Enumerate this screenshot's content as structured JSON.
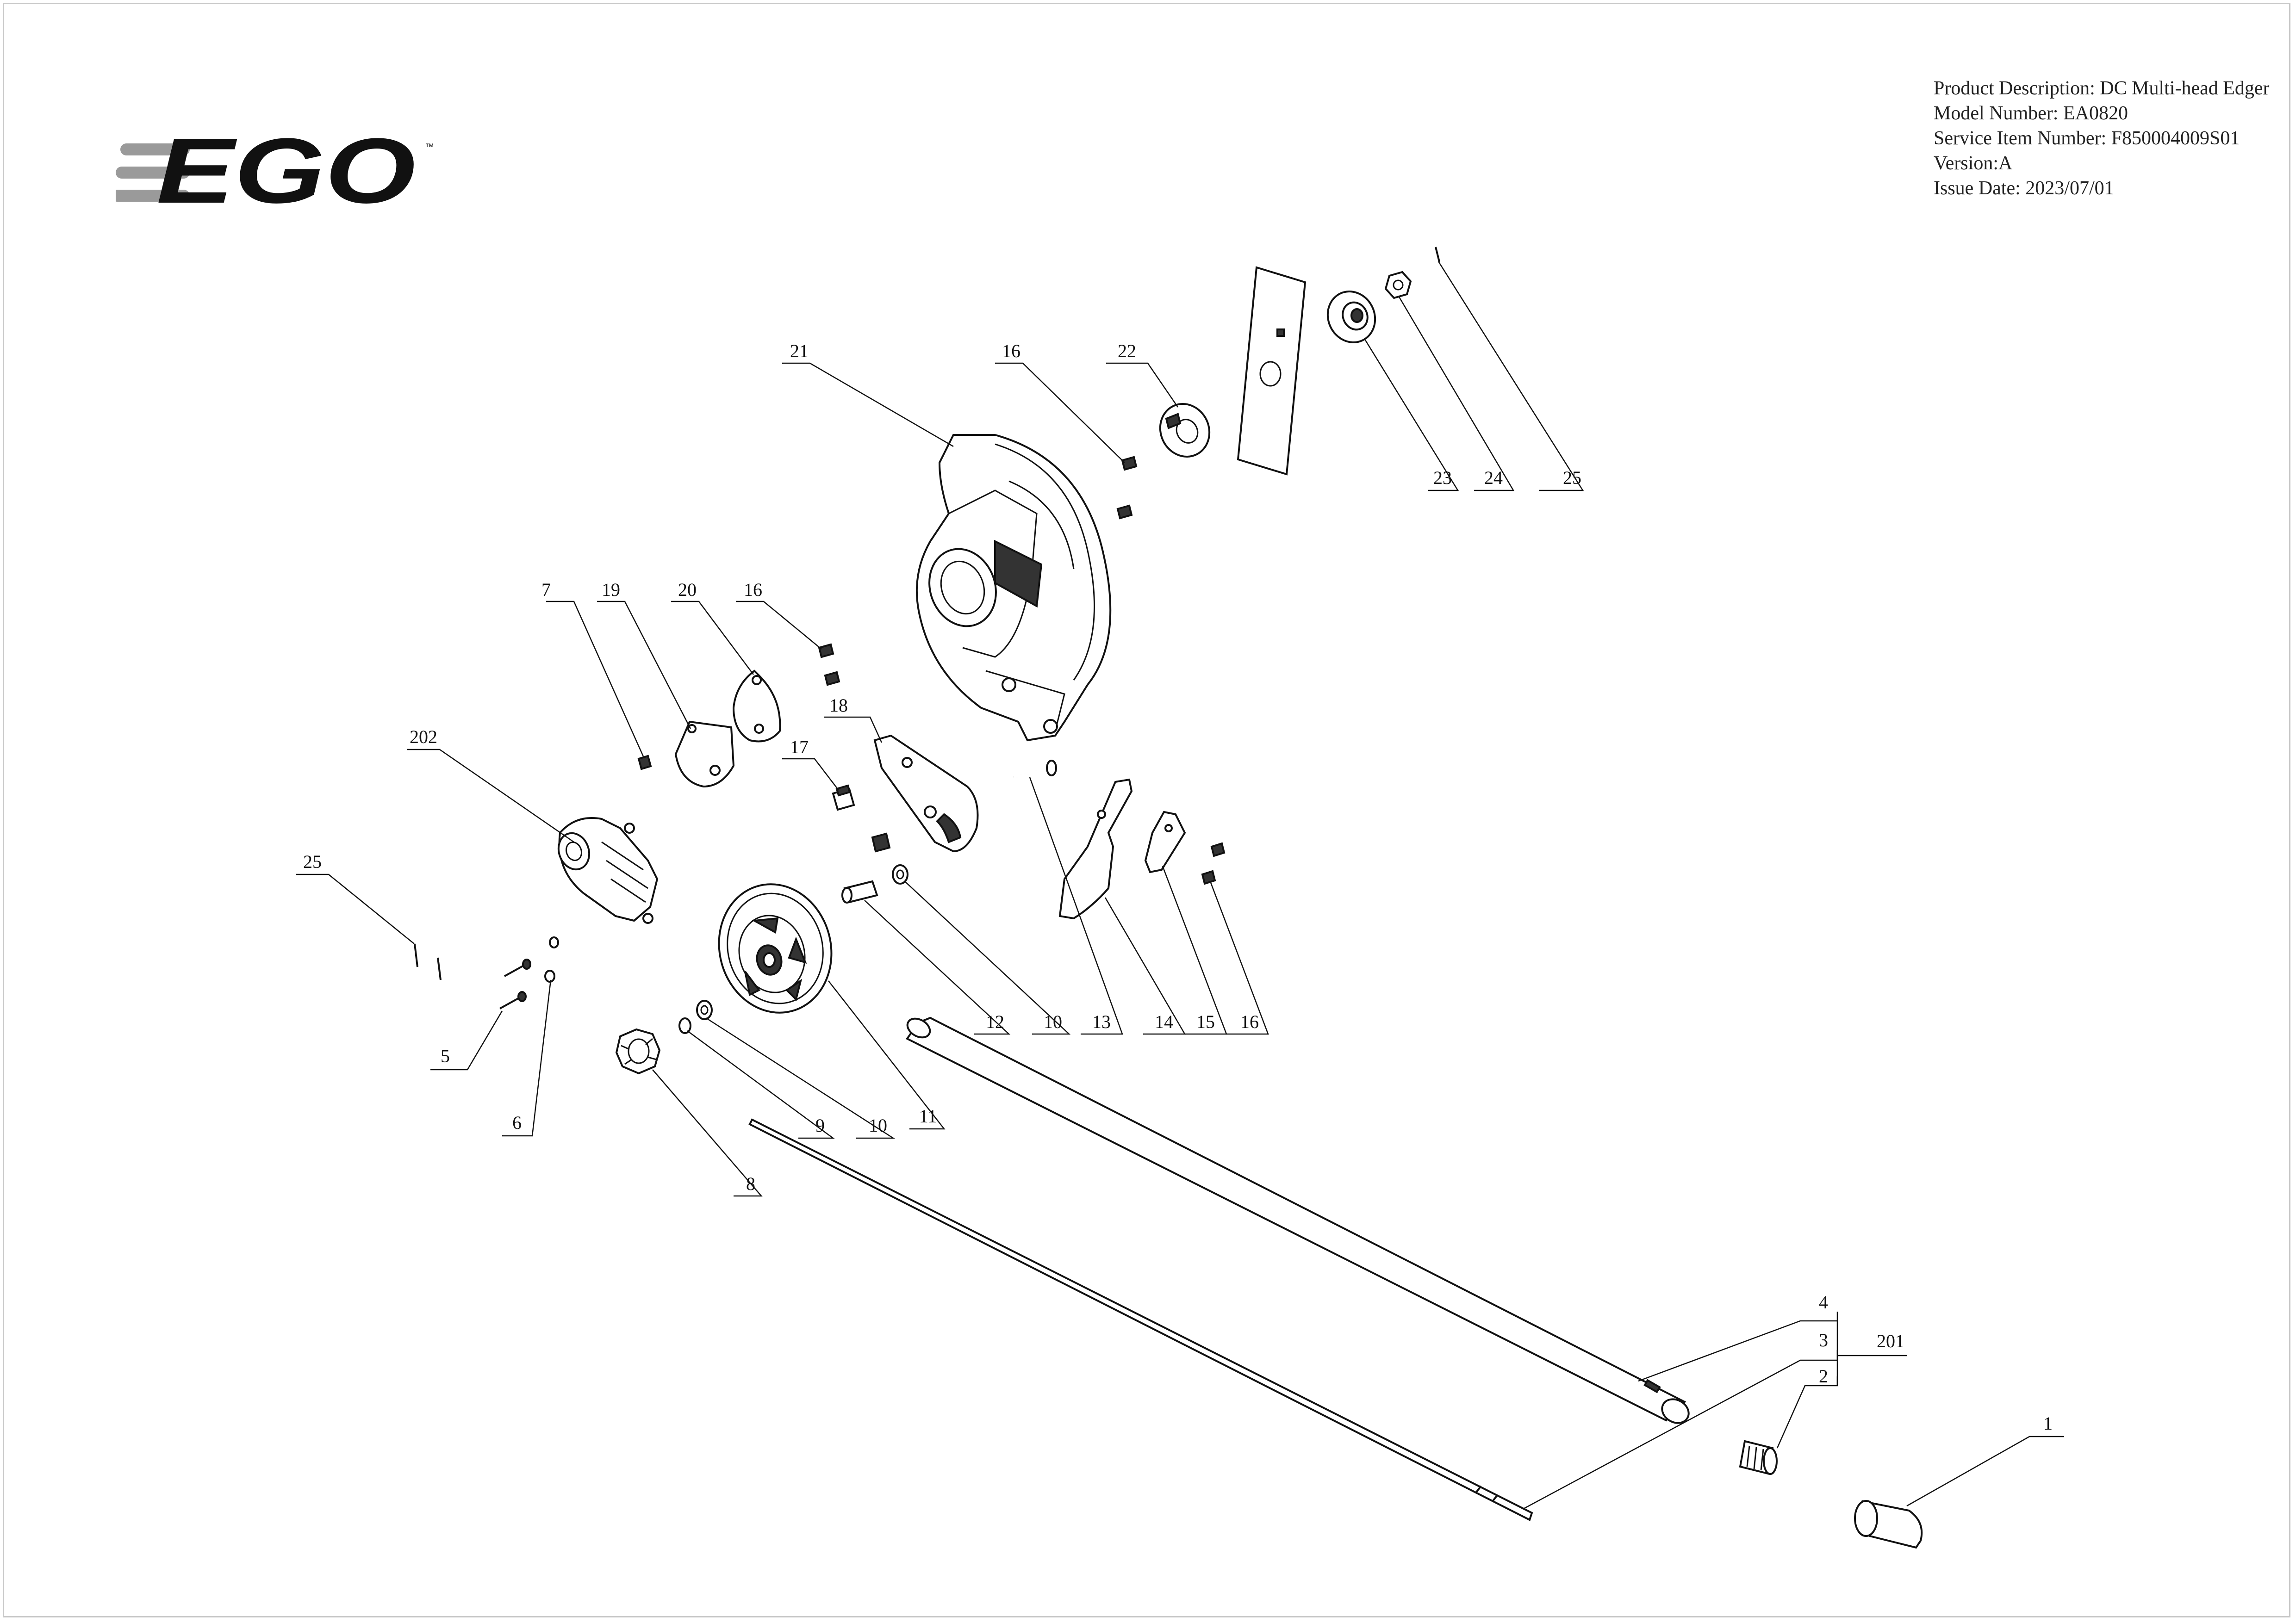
{
  "brand": {
    "logo_text": "EGO",
    "trademark": "™",
    "logo_color": "#111111",
    "stripe_color": "#9a9a9a"
  },
  "info": {
    "description": "Product Description: DC Multi-head Edger",
    "model": "Model Number: EA0820",
    "service_item": "Service Item Number: F850004009S01",
    "version": "Version:A",
    "issue_date": "Issue Date: 2023/07/01"
  },
  "callouts": [
    {
      "id": "c1",
      "label": "1"
    },
    {
      "id": "c2",
      "label": "2"
    },
    {
      "id": "c3",
      "label": "3"
    },
    {
      "id": "c4",
      "label": "4"
    },
    {
      "id": "c201",
      "label": "201"
    },
    {
      "id": "c5",
      "label": "5"
    },
    {
      "id": "c6",
      "label": "6"
    },
    {
      "id": "c7",
      "label": "7"
    },
    {
      "id": "c8",
      "label": "8"
    },
    {
      "id": "c9",
      "label": "9"
    },
    {
      "id": "c10a",
      "label": "10"
    },
    {
      "id": "c10b",
      "label": "10"
    },
    {
      "id": "c11",
      "label": "11"
    },
    {
      "id": "c12",
      "label": "12"
    },
    {
      "id": "c13",
      "label": "13"
    },
    {
      "id": "c14",
      "label": "14"
    },
    {
      "id": "c15",
      "label": "15"
    },
    {
      "id": "c16a",
      "label": "16"
    },
    {
      "id": "c16b",
      "label": "16"
    },
    {
      "id": "c16c",
      "label": "16"
    },
    {
      "id": "c17",
      "label": "17"
    },
    {
      "id": "c18",
      "label": "18"
    },
    {
      "id": "c19",
      "label": "19"
    },
    {
      "id": "c20",
      "label": "20"
    },
    {
      "id": "c21",
      "label": "21"
    },
    {
      "id": "c22",
      "label": "22"
    },
    {
      "id": "c23",
      "label": "23"
    },
    {
      "id": "c24",
      "label": "24"
    },
    {
      "id": "c25a",
      "label": "25"
    },
    {
      "id": "c25b",
      "label": "25"
    },
    {
      "id": "c202",
      "label": "202"
    }
  ]
}
